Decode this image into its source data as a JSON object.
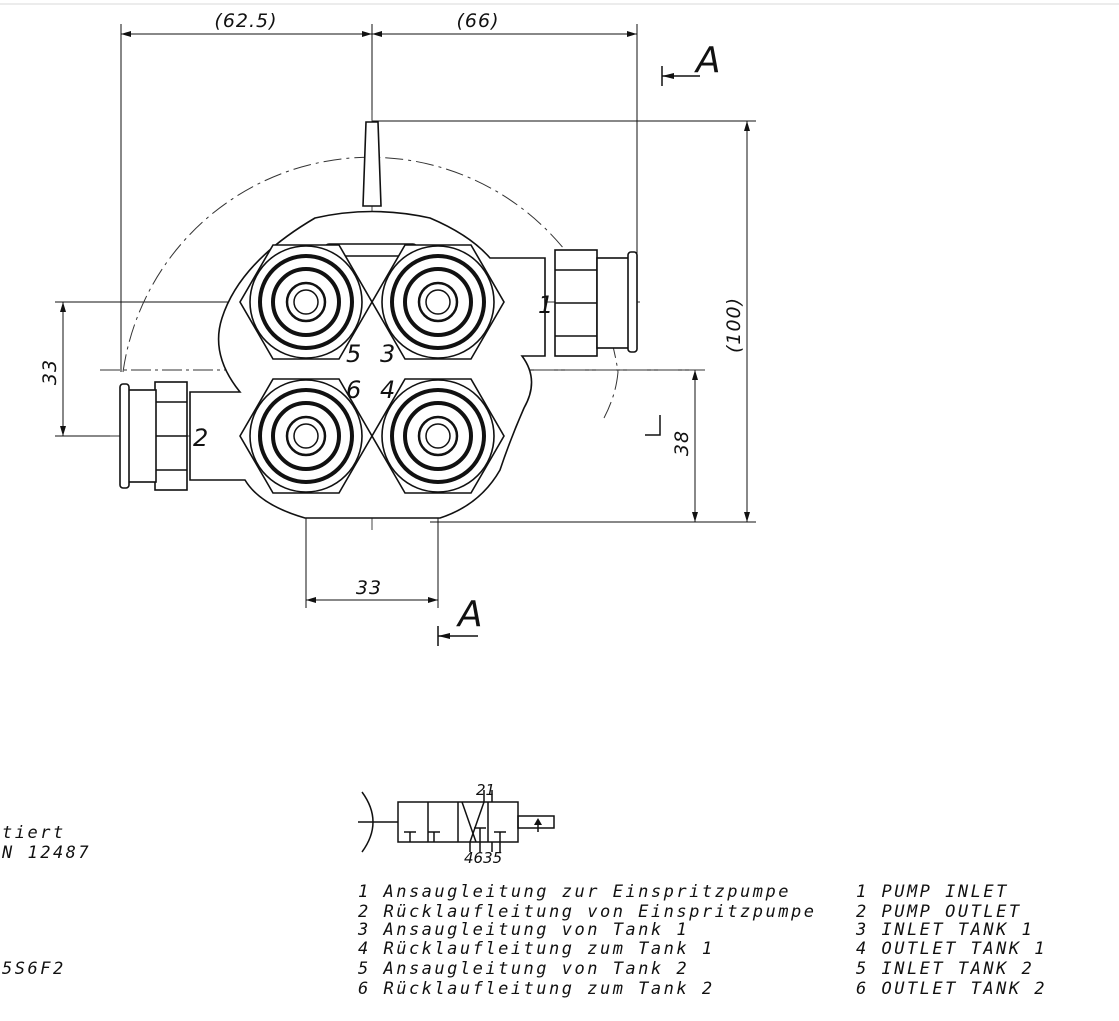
{
  "dimensions": {
    "left_width": "(62.5)",
    "right_width": "(66)",
    "total_height": "(100)",
    "port_spacing_vertical": "33",
    "port_spacing_horizontal": "33",
    "lower_height": "38"
  },
  "section_marker": "A",
  "port_labels": [
    "1",
    "2",
    "3",
    "4",
    "5",
    "6"
  ],
  "schematic": {
    "top_ports": "21",
    "bottom_ports": "4635"
  },
  "left_margin_text": [
    "tiert",
    "N 12487",
    "5S6F2"
  ],
  "legend_de": [
    "1 Ansaugleitung zur Einspritzpumpe",
    "2 Rücklaufleitung von Einspritzpumpe",
    "3 Ansaugleitung von Tank 1",
    "4 Rücklaufleitung zum Tank 1",
    "5 Ansaugleitung von Tank 2",
    "6 Rücklaufleitung zum Tank 2"
  ],
  "legend_en": [
    "1 PUMP INLET",
    "2 PUMP OUTLET",
    "3 INLET TANK 1",
    "4 OUTLET TANK 1",
    "5 INLET TANK 2",
    "6 OUTLET TANK 2"
  ]
}
